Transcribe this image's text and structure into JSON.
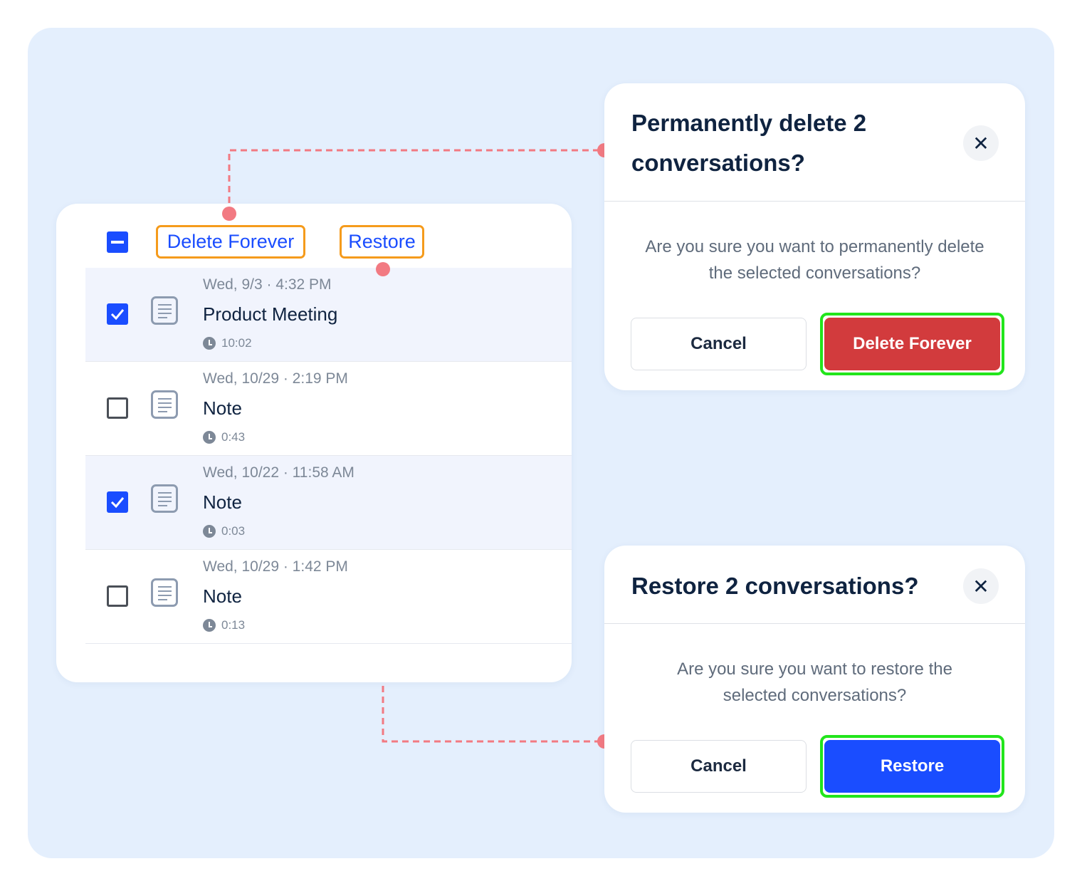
{
  "list": {
    "delete_forever_label": "Delete Forever",
    "restore_label": "Restore",
    "rows": [
      {
        "date": "Wed, 9/3 · 4:32 PM",
        "title": "Product Meeting",
        "duration": "10:02",
        "checked": true
      },
      {
        "date": "Wed, 10/29 · 2:19 PM",
        "title": "Note",
        "duration": "0:43",
        "checked": false
      },
      {
        "date": "Wed, 10/22 · 11:58 AM",
        "title": "Note",
        "duration": "0:03",
        "checked": true
      },
      {
        "date": "Wed, 10/29 · 1:42 PM",
        "title": "Note",
        "duration": "0:13",
        "checked": false
      }
    ]
  },
  "delete_dialog": {
    "title": "Permanently delete 2 conversations?",
    "message": "Are you sure you want to permanently delete the selected conversations?",
    "cancel_label": "Cancel",
    "confirm_label": "Delete Forever",
    "confirm_color": "#d23b3d"
  },
  "restore_dialog": {
    "title": "Restore 2 conversations?",
    "message": "Are you sure you want to restore the selected conversations?",
    "cancel_label": "Cancel",
    "confirm_label": "Restore",
    "confirm_color": "#1a4dff"
  },
  "colors": {
    "accent": "#1a4dff",
    "highlight_orange": "#f59b1c",
    "highlight_green": "#22e51c",
    "connector": "#f27a82"
  }
}
